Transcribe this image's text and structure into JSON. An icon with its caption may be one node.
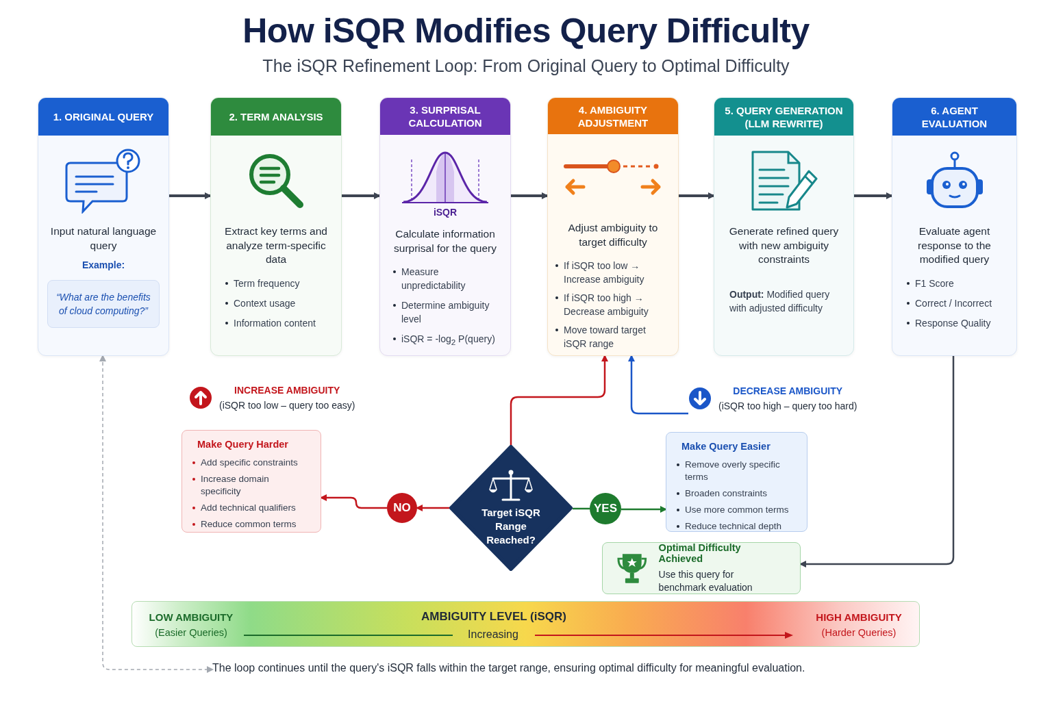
{
  "diagram": {
    "title": "How iSQR Modifies Query Difficulty",
    "labels": [
      "The iSQR Refinement Loop: From Original Query to Optimal Difficulty"
    ],
    "nodes": [
      {
        "text": [
          "1. ORIGINAL QUERY",
          "Input natural language query",
          "Example:"
        ]
      },
      {
        "text": [
          "“What are the benefits of cloud computing?”"
        ],
        "in": 0
      },
      {
        "text": [
          "2. TERM ANALYSIS",
          "Extract key terms and analyze term-specific data",
          "Term frequency",
          "Context usage",
          "Information content"
        ]
      },
      {
        "text": [
          "3. SURPRISAL CALCULATION",
          "iSQR",
          "Calculate information surprisal for the query",
          "Measure unpredictability",
          "Determine ambiguity level",
          "iSQR = -log$_{2}$ P(query)"
        ]
      },
      {
        "text": [
          "4. AMBIGUITY ADJUSTMENT",
          "Adjust ambiguity to target difficulty",
          "If iSQR too low → Increase ambiguity",
          "If iSQR too high → Decrease ambiguity",
          "Move toward target iSQR range"
        ]
      },
      {
        "text": [
          "5. QUERY GENERATION (LLM REWRITE)",
          "Generate refined query with new ambiguity constraints",
          "**Output:** Modified query with adjusted difficulty"
        ]
      },
      {
        "text": [
          "6. AGENT EVALUATION",
          "Evaluate agent response to the modified query",
          "F1 Score",
          "Correct / Incorrect",
          "Response Quality"
        ]
      },
      {
        "text": [
          "INCREASE AMBIGUITY",
          "(iSQR too low – query too easy)"
        ]
      },
      {
        "text": [
          "DECREASE AMBIGUITY",
          "(iSQR too high – query too hard)"
        ]
      },
      {
        "text": [
          "Make Query Harder",
          "Add specific constraints",
          "Increase domain specificity",
          "Add technical qualifiers",
          "Reduce common terms"
        ]
      },
      {
        "text": [
          "Target iSQR Range Reached?"
        ]
      },
      {
        "text": [
          "NO"
        ]
      },
      {
        "text": [
          "YES"
        ]
      },
      {
        "text": [
          "Make Query Easier",
          "Remove overly specific terms",
          "Broaden constraints",
          "Use more common terms",
          "Reduce technical depth"
        ]
      },
      {
        "text": [
          "Optimal Difficulty Achieved",
          "Use this query for benchmark evaluation"
        ]
      },
      {
        "text": [
          "LOW AMBIGUITY",
          "(Easier Queries)",
          "AMBIGUITY LEVEL (iSQR)",
          "Increasing",
          "HIGH AMBIGUITY",
          "(Harder Queries)"
        ]
      },
      {
        "text": [
          "The loop continues until the query's iSQR falls within the target range, ensuring optimal difficulty for meaningful evaluation."
        ]
      }
    ],
    "edges": [
      {
        "from": 0,
        "to": 2,
        "arrow": "to"
      },
      {
        "from": 2,
        "to": 3,
        "arrow": "to"
      },
      {
        "from": 3,
        "to": 4,
        "arrow": "to"
      },
      {
        "from": 4,
        "to": 5,
        "arrow": "to"
      },
      {
        "from": 5,
        "to": 6,
        "arrow": "to"
      },
      {
        "from": 10,
        "to": 4,
        "arrow": "to",
        "color": "#c3161c"
      },
      {
        "from": 8,
        "to": 4,
        "arrow": "to",
        "color": "#1a56c8"
      },
      {
        "from": 10,
        "to": 11,
        "arrow": "to",
        "color": "#c3161c"
      },
      {
        "from": 11,
        "to": 9,
        "arrow": "to",
        "color": "#c3161c"
      },
      {
        "from": 10,
        "to": 12,
        "arrow": "none",
        "color": "#1e7b2e"
      },
      {
        "from": 12,
        "to": 13,
        "arrow": "to",
        "color": "#1e7b2e"
      },
      {
        "from": 6,
        "to": 14,
        "arrow": "to"
      },
      {
        "from": 0,
        "to": 16,
        "arrow": "both",
        "style": "dashed",
        "color": "#a3a8b0"
      }
    ]
  }
}
